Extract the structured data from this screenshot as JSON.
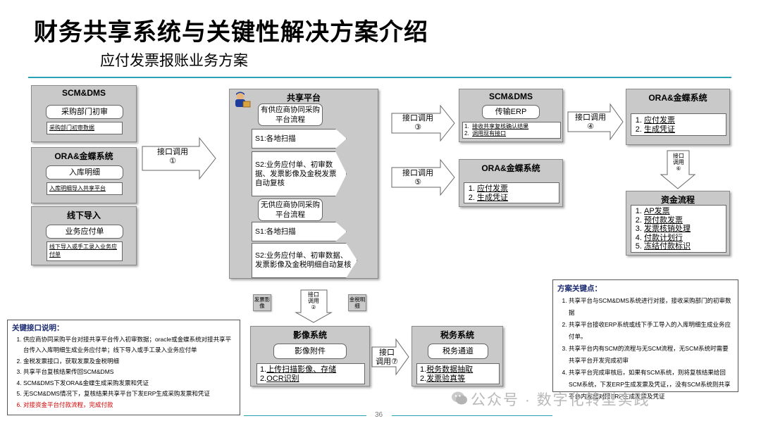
{
  "title": "财务共享系统与关键性解决方案介绍",
  "subtitle": "应付发票报账业务方案",
  "left": {
    "scm": {
      "title": "SCM&DMS",
      "box": "采购部门初审",
      "sub": "采购部门初审数据"
    },
    "ora": {
      "title": "ORA&金蝶系统",
      "box": "入库明细",
      "sub": "入库明细导入共享平台"
    },
    "offline": {
      "title": "线下导入",
      "box": "业务应付单",
      "sub": "线下导入或手工录入业务应付单"
    }
  },
  "arrow1": {
    "line1": "接口调用",
    "line2": "①"
  },
  "shared": {
    "title": "共享平台",
    "s1": "有供应商协同采购平台流程",
    "s1_step1": "S1:各地扫描",
    "s1_step2": "S2:业务应付单、初审数据、发票影像及金税发票自动复核",
    "s2": "无供应商协同采购平台流程",
    "s2_step1": "S1:各地扫描",
    "s2_step2": "S2:业务应付单、初审数据、发票影像及金税明细自动复核"
  },
  "arrow3": {
    "line1": "接口调用",
    "line2": "③"
  },
  "arrow5": {
    "line1": "接口调用",
    "line2": "⑤"
  },
  "arrow4": {
    "line1": "接口调用",
    "line2": "④"
  },
  "arrow6": {
    "line1": "接口",
    "line2": "调用",
    "line3": "⑥"
  },
  "scm2": {
    "title": "SCM&DMS",
    "box": "传输ERP",
    "items": [
      "接收共享复核确认结果",
      "调用现有接口"
    ]
  },
  "ora2": {
    "title": "ORA&金蝶系统",
    "items": [
      "应付发票",
      "生成凭证"
    ]
  },
  "ora3": {
    "title": "ORA&金蝶系统",
    "items": [
      "应付发票",
      "生成凭证"
    ]
  },
  "fund": {
    "title": "资金流程",
    "items": [
      "AP发票",
      "预付款发票",
      "发票核销处理",
      "付款计划行",
      "冻结付款标识"
    ]
  },
  "bottom_small": {
    "invoice_image": "发票影像",
    "arrow2": {
      "l1": "接口",
      "l2": "调用",
      "l3": "②"
    },
    "tax_detail": "金税明细"
  },
  "image_sys": {
    "title": "影像系统",
    "box": "影像附件",
    "items": [
      "上传扫描影像、存储",
      "OCR识别"
    ]
  },
  "arrow7": {
    "line1": "接口",
    "line2": "调用⑦"
  },
  "tax_sys": {
    "title": "税务系统",
    "box": "税务通道",
    "items": [
      "税务数据抽取",
      "发票验真等"
    ]
  },
  "key_interface": {
    "heading": "关键接口说明：",
    "items": [
      "供应商协同采购平台对接共享平台传入初审数据；oracle或金蝶系统对接共享平台传入入库明细生成业务应付单；线下导入或手工录入业务应付单",
      "金税发票接口，获取发票及金税明细",
      "共享平台复核结果传回SCM&DMS",
      "SCM&DMS下发ORA&金蝶生成采购发票和凭证",
      "无SCM&DMS情况下，复核结果共享平台下发ERP生成采购发票和凭证",
      "对接资金平台付款流程，完成付款"
    ]
  },
  "key_points": {
    "heading": "方案关键点：",
    "items": [
      "共享平台与SCM&DMS系统进行对接，接收采购部门的初审数据",
      "共享平台接收ERP系统或线下手工导入的入库明细生成业务应付单。",
      "共享平台内有SCM的流程与无SCM流程，无SCM系统时需要共享平台开发完成初审",
      "共享平台完成审核后，如果有SCM系统，则将复核结果给回SCM系统，下发ERP生成发票及凭证，，没有SCM系统则共享平台内发起对接ERP生成发票及凭证"
    ]
  },
  "page_number": "36",
  "watermark": "公众号 · 数字化转型实践",
  "colors": {
    "accent_line": "#2aa1b5",
    "panel": "#c9c9c9",
    "red_text": "#d40000",
    "heading_blue": "#1a2a70"
  }
}
